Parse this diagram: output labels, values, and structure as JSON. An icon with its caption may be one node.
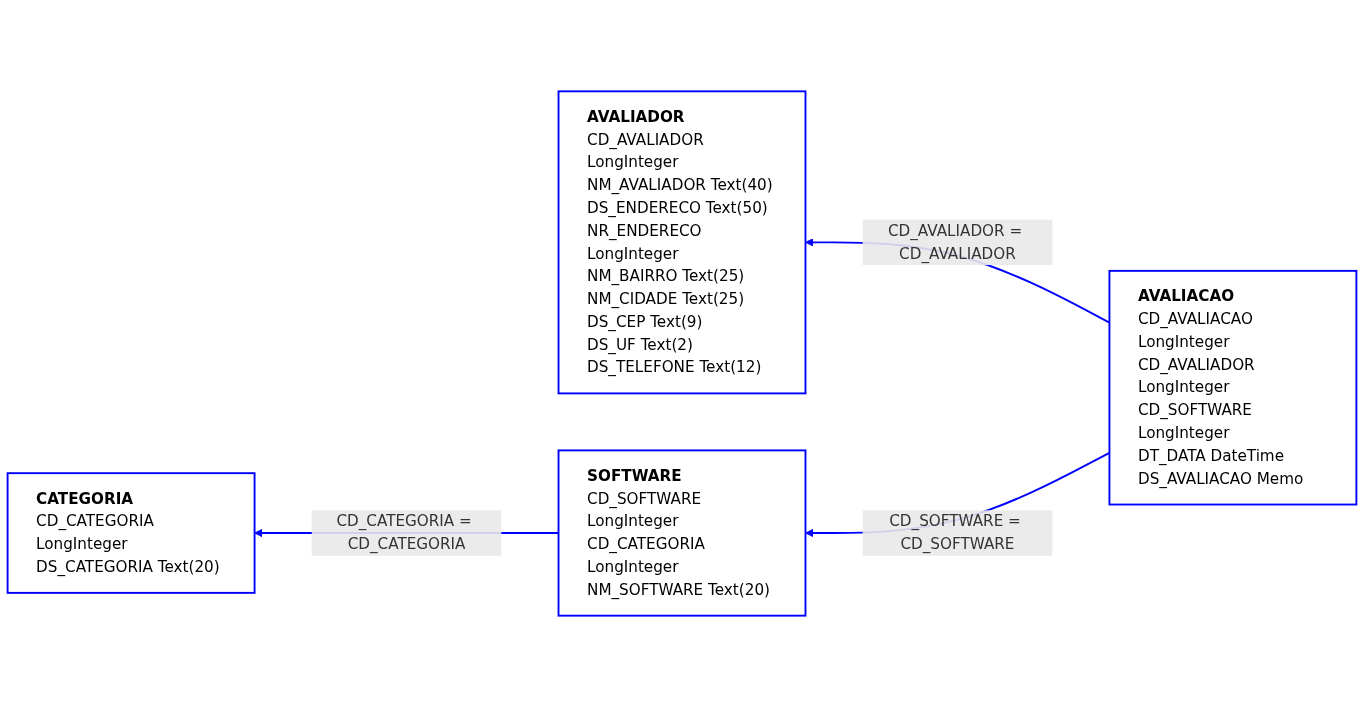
{
  "diagram": {
    "nodes": [
      {
        "text": [
          "AVALIADOR",
          "CD_AVALIADOR",
          "LongInteger",
          "NM_AVALIADOR",
          "Text(40)",
          "DS_ENDERECO",
          "Text(50)",
          "NR_ENDERECO",
          "LongInteger",
          "NM_BAIRRO",
          "Text(25)",
          "NM_CIDADE",
          "Text(25)",
          "DS_CEP",
          "Text(9)",
          "DS_UF",
          "Text(2)",
          "DS_TELEFONE",
          "Text(12)"
        ]
      },
      {
        "text": [
          "AVALIACAO",
          "CD_AVALIACAO",
          "LongInteger",
          "CD_AVALIADOR",
          "LongInteger",
          "CD_SOFTWARE",
          "LongInteger",
          "DT_DATA",
          "DateTime",
          "DS_AVALIACAO",
          "Memo"
        ]
      },
      {
        "text": [
          "CATEGORIA",
          "CD_CATEGORIA",
          "LongInteger",
          "DS_CATEGORIA",
          "Text(20)"
        ]
      },
      {
        "text": [
          "SOFTWARE",
          "CD_SOFTWARE",
          "LongInteger",
          "CD_CATEGORIA",
          "LongInteger",
          "NM_SOFTWARE",
          "Text(20)"
        ]
      }
    ],
    "edges": [
      {
        "from": 1,
        "to": 0,
        "arrow": "to",
        "label": "CD_AVALIADOR = CD_AVALIADOR"
      },
      {
        "from": 1,
        "to": 3,
        "arrow": "to",
        "label": "CD_SOFTWARE = CD_SOFTWARE"
      },
      {
        "from": 3,
        "to": 2,
        "arrow": "to",
        "label": "CD_CATEGORIA = CD_CATEGORIA"
      }
    ]
  }
}
